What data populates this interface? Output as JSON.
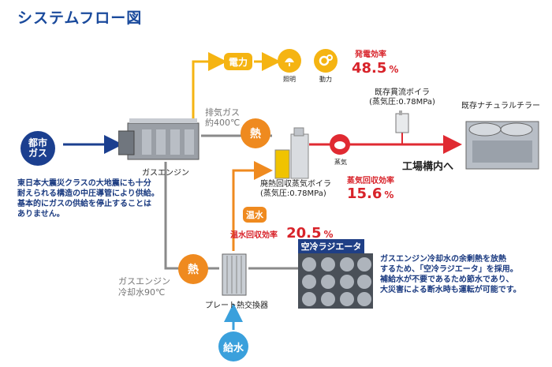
{
  "title": "システムフロー図",
  "nodes": {
    "city_gas": "都市ガス",
    "gas_engine": "ガスエンジン",
    "heat_1": "熱",
    "heat_2": "熱",
    "electricity": "電力",
    "lighting": "照明",
    "power": "動力",
    "hot_water": "温水",
    "steam_icon_label": "蒸気",
    "water_supply": "給水",
    "waste_heat_boiler": "廃熱回収蒸気ボイラ",
    "waste_heat_boiler_pressure": "(蒸気圧:0.78MPa)",
    "existing_boiler": "既存貫流ボイラ",
    "existing_boiler_pressure": "(蒸気圧:0.78MPa)",
    "existing_chiller": "既存ナチュラルチラー",
    "plant_inside": "工場構内へ",
    "plate_hx": "プレート熱交換器",
    "air_radiator": "空冷ラジエータ",
    "exhaust_gas_line1": "排気ガス",
    "exhaust_gas_line2": "約400℃",
    "coolant_line1": "ガスエンジン",
    "coolant_line2": "冷却水90℃"
  },
  "efficiencies": {
    "power_label": "発電効率",
    "power_value": "48.5",
    "steam_label": "蒸気回収効率",
    "steam_value": "15.6",
    "hot_water_label": "温水回収効率",
    "hot_water_value": "20.5",
    "unit": "%"
  },
  "notes": {
    "left": [
      "東日本大震災クラスの大地震にも十分",
      "耐えられる構造の中圧導管により供給。",
      "基本的にガスの供給を停止することは",
      "ありません。"
    ],
    "right": [
      "ガスエンジン冷却水の余剰熱を放熱",
      "するため、「空冷ラジエータ」を採用。",
      "補給水が不要であるため節水であり、",
      "大災害による断水時も運転が可能です。"
    ]
  },
  "colors": {
    "gas_blue": "#1b3f8f",
    "electric_yellow": "#f5b412",
    "heat_orange": "#ef8a1f",
    "steam_red": "#e02a32",
    "cooling_grey": "#8a8a8a",
    "water_blue": "#3aa0dc",
    "radiator_navy": "#1f3f86"
  }
}
